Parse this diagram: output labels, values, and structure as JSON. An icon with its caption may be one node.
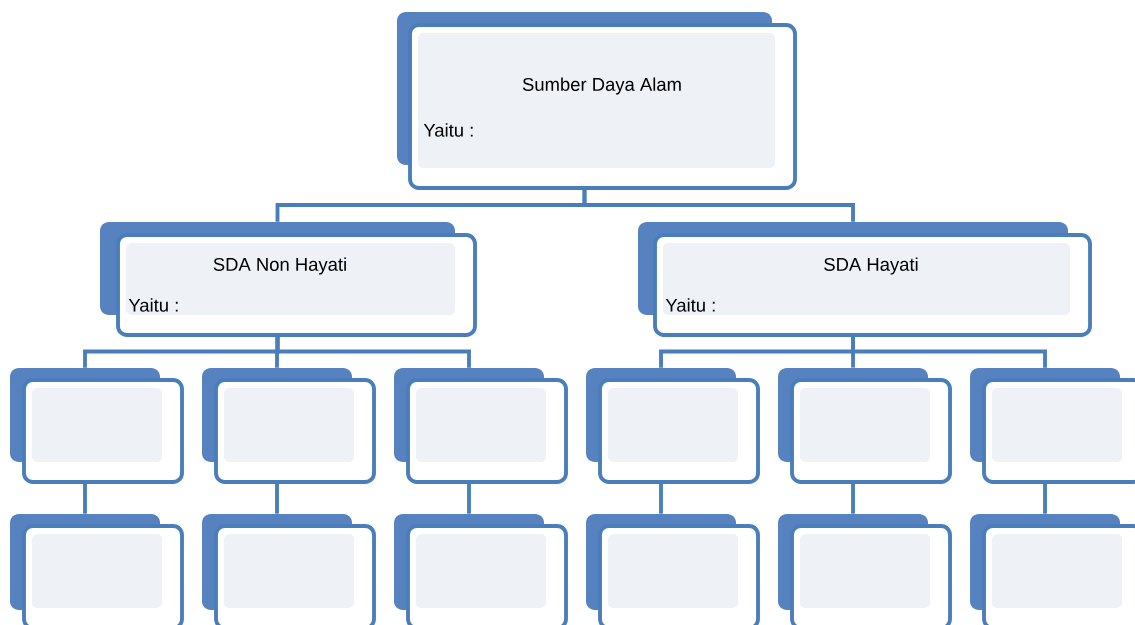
{
  "diagram": {
    "nodes": [
      {
        "text": [
          "Sumber Daya Alam",
          "Yaitu :"
        ]
      },
      {
        "text": [
          "SDA Non Hayati",
          "Yaitu :"
        ]
      },
      {
        "text": [
          "SDA Hayati",
          "Yaitu :"
        ]
      },
      {
        "text": [],
        "shape": "box"
      },
      {
        "text": [],
        "shape": "box"
      },
      {
        "text": [],
        "shape": "box"
      },
      {
        "text": [],
        "shape": "box"
      },
      {
        "text": [],
        "shape": "box"
      },
      {
        "text": [],
        "shape": "box"
      },
      {
        "text": [],
        "shape": "box"
      },
      {
        "text": [],
        "shape": "box"
      },
      {
        "text": [],
        "shape": "box"
      },
      {
        "text": [],
        "shape": "box"
      },
      {
        "text": [],
        "shape": "box"
      },
      {
        "text": [],
        "shape": "box"
      }
    ],
    "edges": [
      {
        "from": 0,
        "to": 1,
        "arrow": "none"
      },
      {
        "from": 0,
        "to": 2,
        "arrow": "none"
      },
      {
        "from": 1,
        "to": 3,
        "arrow": "none"
      },
      {
        "from": 1,
        "to": 4,
        "arrow": "none"
      },
      {
        "from": 1,
        "to": 5,
        "arrow": "none"
      },
      {
        "from": 2,
        "to": 6,
        "arrow": "none"
      },
      {
        "from": 2,
        "to": 7,
        "arrow": "none"
      },
      {
        "from": 2,
        "to": 8,
        "arrow": "none"
      },
      {
        "from": 3,
        "to": 9,
        "arrow": "none"
      },
      {
        "from": 4,
        "to": 10,
        "arrow": "none"
      },
      {
        "from": 5,
        "to": 11,
        "arrow": "none"
      },
      {
        "from": 6,
        "to": 12,
        "arrow": "none"
      },
      {
        "from": 7,
        "to": 13,
        "arrow": "none"
      },
      {
        "from": 8,
        "to": 14,
        "arrow": "none"
      }
    ]
  }
}
